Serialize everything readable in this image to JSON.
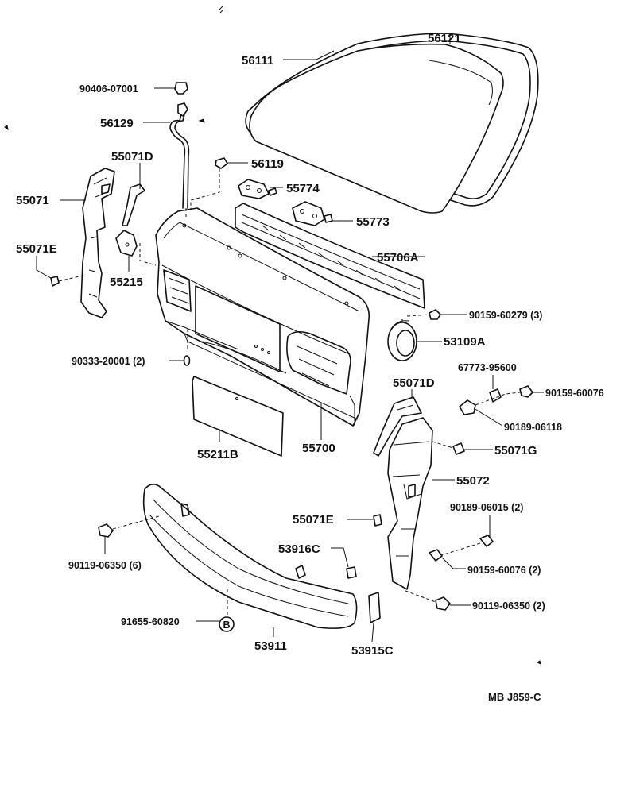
{
  "labels": {
    "p56121": "56121",
    "p56111": "56111",
    "p90406": "90406-07001",
    "p56129": "56129",
    "p55071D_left": "55071D",
    "p56119": "56119",
    "p55774": "55774",
    "p55071": "55071",
    "p55773": "55773",
    "p55071E_left": "55071E",
    "p55706A": "55706A",
    "p55215": "55215",
    "p90159_60279": "90159-60279 (3)",
    "p53109A": "53109A",
    "p90333": "90333-20001 (2)",
    "p67773": "67773-95600",
    "p55071D_right": "55071D",
    "p90159_60076_top": "90159-60076",
    "p90189_06118": "90189-06118",
    "p55211B": "55211B",
    "p55700": "55700",
    "p55071G": "55071G",
    "p55072": "55072",
    "p90189_06015": "90189-06015 (2)",
    "p55071E_right": "55071E",
    "p90119_06350_left": "90119-06350 (6)",
    "p53916C": "53916C",
    "p90159_60076_bot": "90159-60076 (2)",
    "p90119_06350_right": "90119-06350 (2)",
    "p91655": "91655-60820",
    "p53911": "53911",
    "p53915C": "53915C",
    "circle_b": "B",
    "ref_code": "MB  J859-C"
  }
}
